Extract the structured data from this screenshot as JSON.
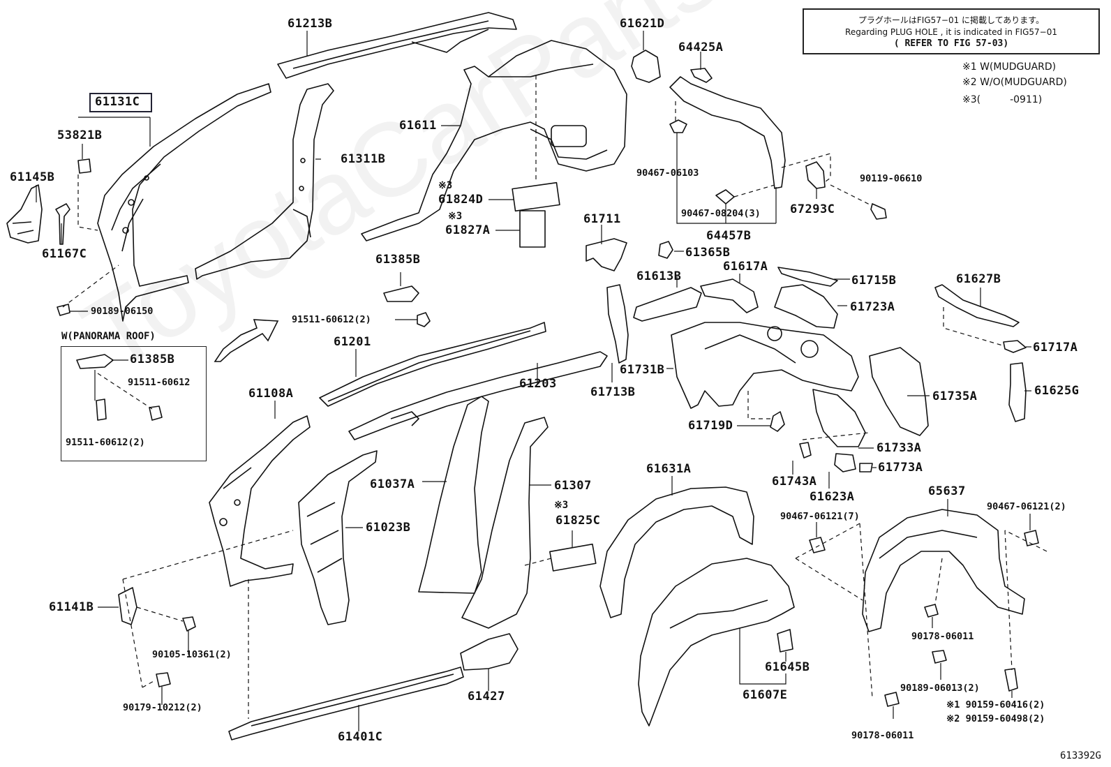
{
  "note": {
    "line1": "プラグホールはFIG57−01 に掲載してあります。",
    "line2": "Regarding PLUG HOLE , it is indicated in FIG57−01",
    "line3": "( REFER TO FIG 57-03)"
  },
  "legend": {
    "l1": "※1 W(MUDGUARD)",
    "l2": "※2 W/O(MUDGUARD)",
    "l3": "※3(　　　-0911)"
  },
  "inset": {
    "title": "W(PANORAMA ROOF)",
    "p1": "61385B",
    "p2": "91511-60612",
    "p3": "91511-60612(2)"
  },
  "labels": {
    "p61213B": "61213B",
    "p61621D": "61621D",
    "p64425A": "64425A",
    "p61131C": "61131C",
    "p53821B": "53821B",
    "p61145B": "61145B",
    "p61167C": "61167C",
    "p90189_06150": "90189-06150",
    "p61311B": "61311B",
    "p61611": "61611",
    "p61824D": "61824D",
    "p61827A": "61827A",
    "p90467_06103": "90467-06103",
    "p90467_08204": "90467-08204(3)",
    "p64457B": "64457B",
    "p67293C": "67293C",
    "p90119_06610": "90119-06610",
    "p61711": "61711",
    "p61365B": "61365B",
    "p61385B": "61385B",
    "p91511_60612_2": "91511-60612(2)",
    "p61613B": "61613B",
    "p61617A": "61617A",
    "p61715B": "61715B",
    "p61723A": "61723A",
    "p61627B": "61627B",
    "p61201": "61201",
    "p61203": "61203",
    "p61713B": "61713B",
    "p61731B": "61731B",
    "p61717A": "61717A",
    "p61625G": "61625G",
    "p61735A": "61735A",
    "p61719D": "61719D",
    "p61733A": "61733A",
    "p61743A": "61743A",
    "p61773A": "61773A",
    "p61623A": "61623A",
    "p61108A": "61108A",
    "p61037A": "61037A",
    "p61307": "61307",
    "p61023B": "61023B",
    "p61825C": "61825C",
    "p61631A": "61631A",
    "p65637": "65637",
    "p90467_06121_7": "90467-06121(7)",
    "p90467_06121_2": "90467-06121(2)",
    "p61141B": "61141B",
    "p90105_10361": "90105-10361(2)",
    "p90179_10212": "90179-10212(2)",
    "p61401C": "61401C",
    "p61427": "61427",
    "p61645B": "61645B",
    "p61607E": "61607E",
    "p90178_06011a": "90178-06011",
    "p90189_06013": "90189-06013(2)",
    "p90159_60416": "※1 90159-60416(2)",
    "p90159_60498": "※2 90159-60498(2)",
    "p90178_06011b": "90178-06011"
  },
  "marks": {
    "m1": "※3",
    "m2": "※3",
    "m3": "※3"
  },
  "watermark": "ToyotaCarParts.ru",
  "figure_number": "613392G"
}
